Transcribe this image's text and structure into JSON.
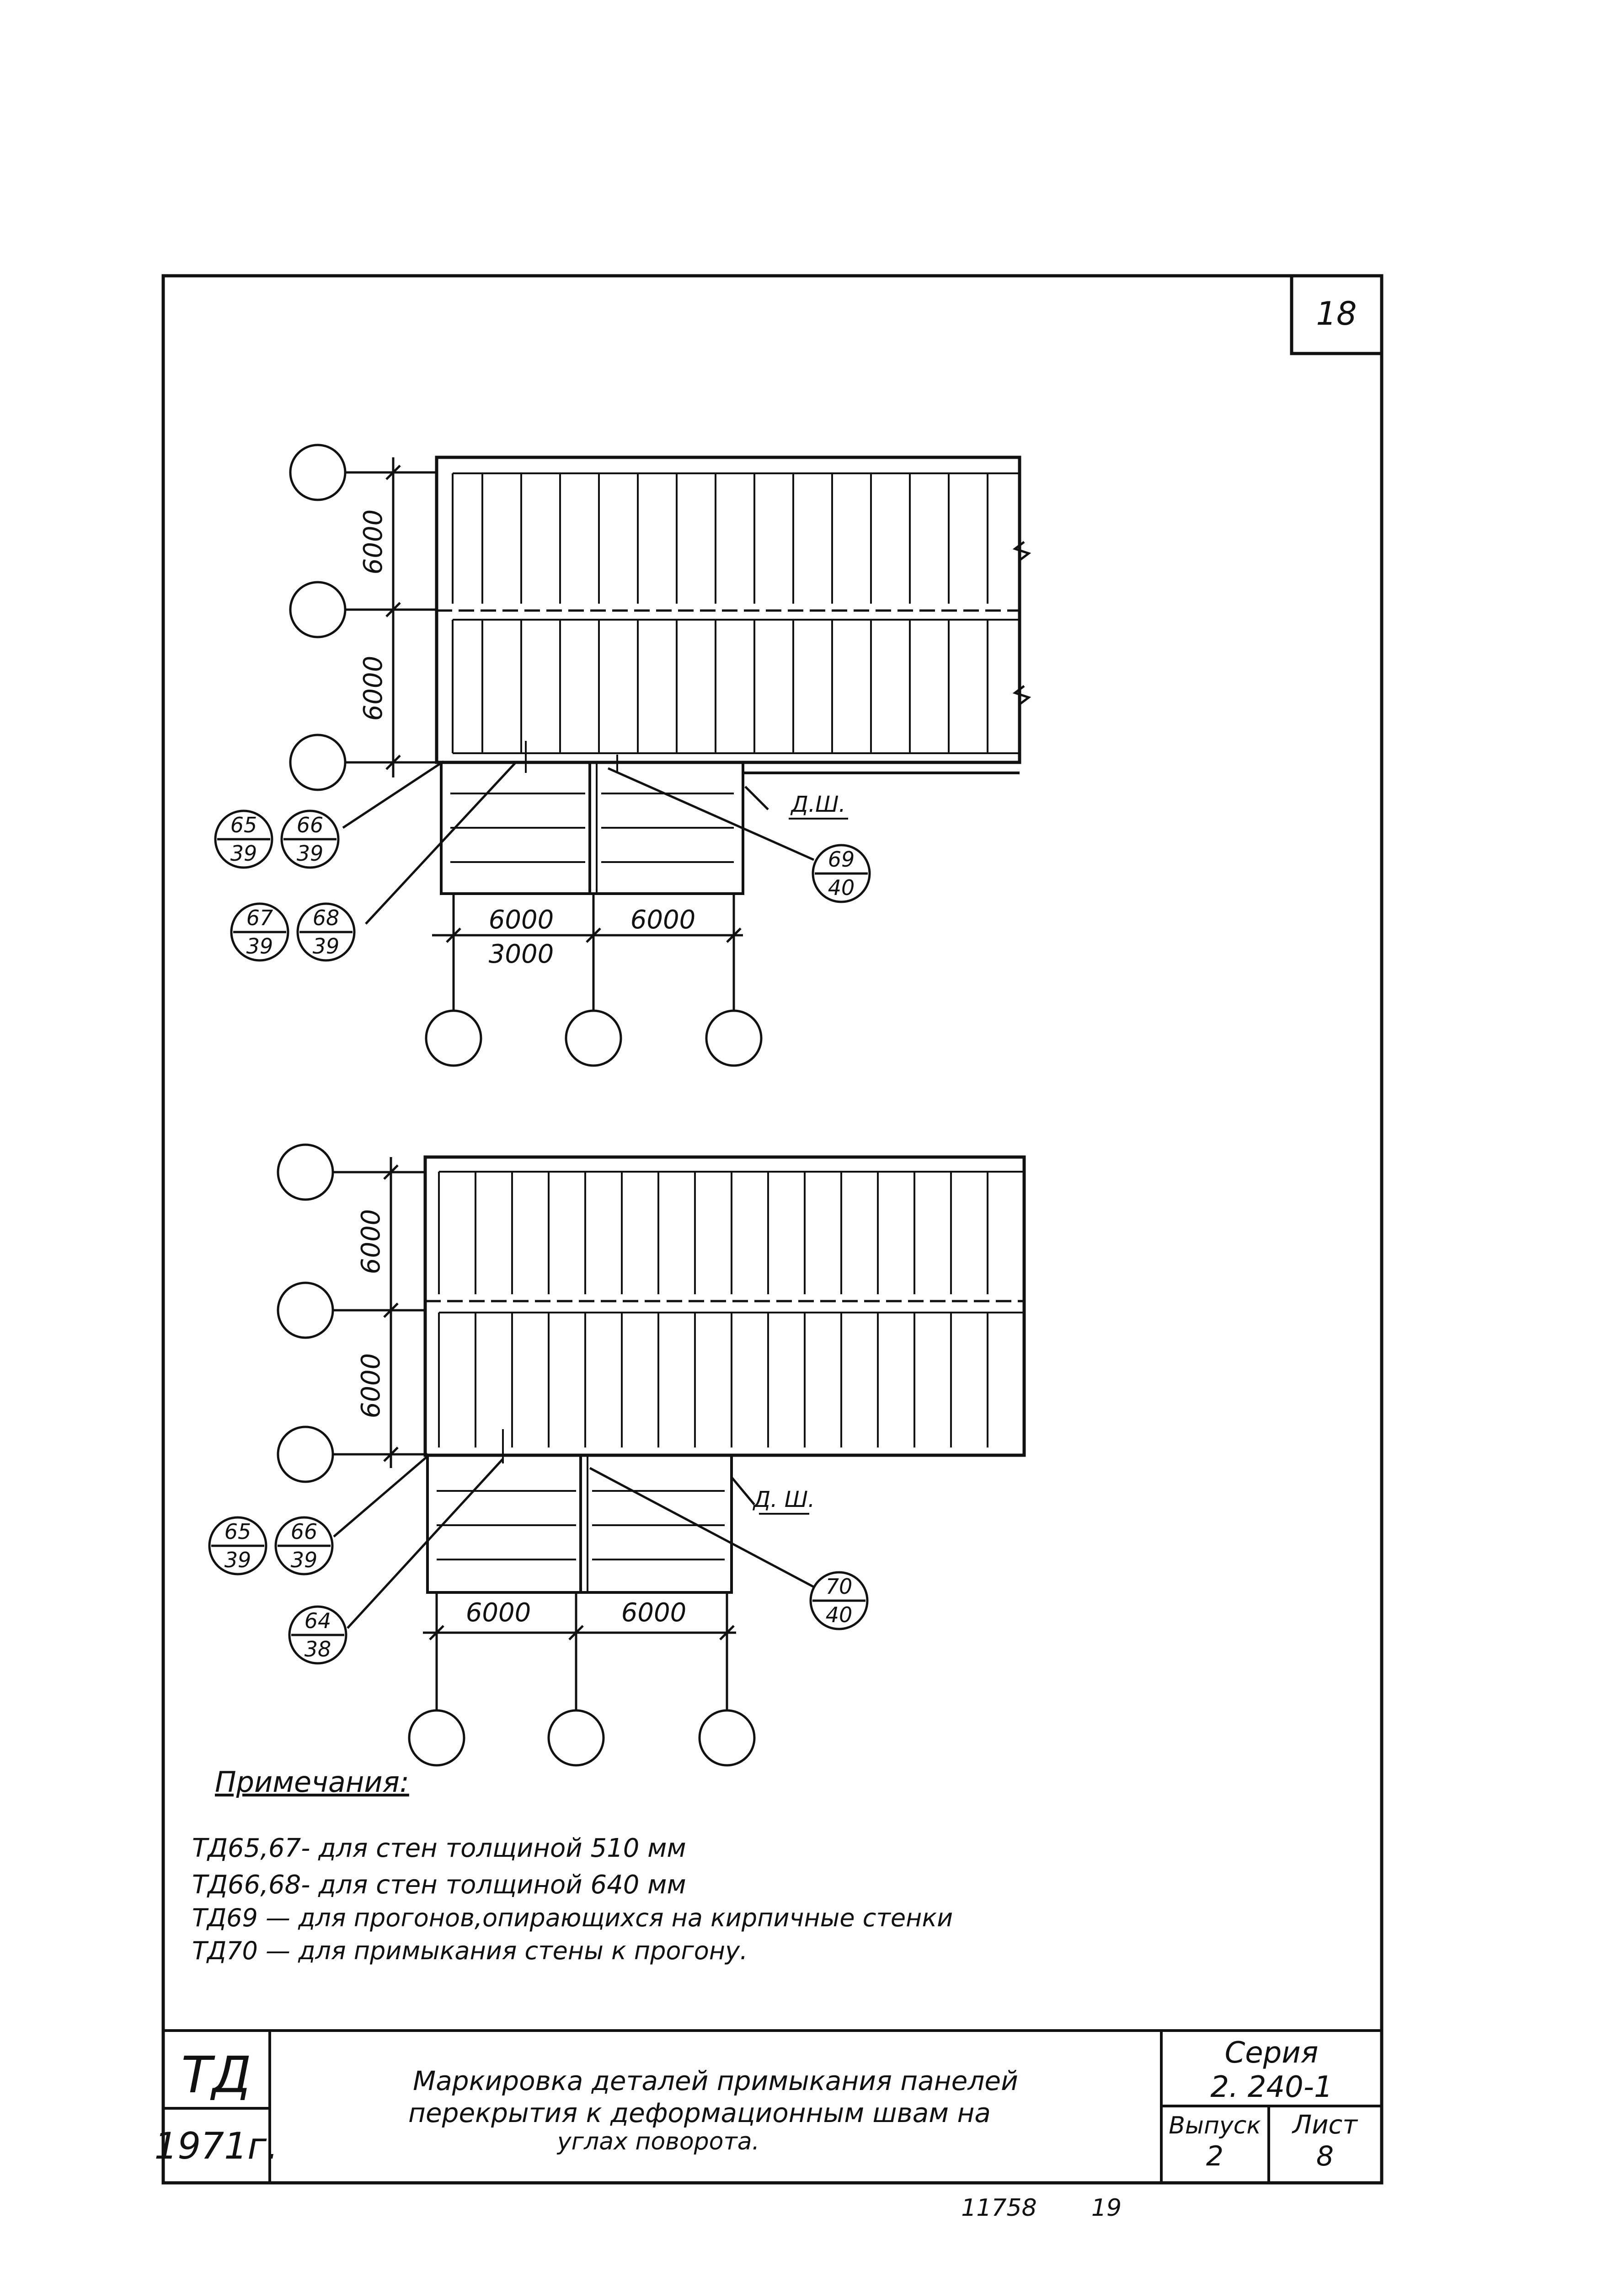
{
  "sheet_number": "18",
  "plan_top": {
    "dim_upper": "6000",
    "dim_middle": "6000",
    "dim_bottom_left": "6000",
    "dim_bottom_right": "6000",
    "dim_bottom_sub": "3000",
    "joint_label": "Д.Ш.",
    "callouts": [
      {
        "top": "65",
        "bottom": "39"
      },
      {
        "top": "66",
        "bottom": "39"
      },
      {
        "top": "67",
        "bottom": "39"
      },
      {
        "top": "68",
        "bottom": "39"
      },
      {
        "top": "69",
        "bottom": "40"
      }
    ]
  },
  "plan_bottom": {
    "dim_upper": "6000",
    "dim_middle": "6000",
    "dim_bottom_left": "6000",
    "dim_bottom_right": "6000",
    "joint_label": "Д. Ш.",
    "callouts": [
      {
        "top": "65",
        "bottom": "39"
      },
      {
        "top": "66",
        "bottom": "39"
      },
      {
        "top": "64",
        "bottom": "38"
      },
      {
        "top": "70",
        "bottom": "40"
      }
    ]
  },
  "notes": {
    "heading": "Примечания:",
    "lines": [
      "ТД65,67- для стен толщиной 510 мм",
      "ТД66,68- для стен толщиной 640 мм",
      "ТД69 — для прогонов,опирающихся на кирпичные стенки",
      "ТД70 — для примыкания стены к прогону."
    ]
  },
  "title_block": {
    "code": "ТД",
    "year": "1971г.",
    "title_line1": "Маркировка деталей примыкания панелей",
    "title_line2": "перекрытия к деформационным швам на",
    "title_line3": "углах поворота.",
    "series_label": "Серия",
    "series_value": "2. 240-1",
    "issue_label": "Выпуск",
    "issue_value": "2",
    "sheet_label": "Лист",
    "sheet_value": "8"
  },
  "footer": {
    "number": "11758",
    "page": "19"
  }
}
